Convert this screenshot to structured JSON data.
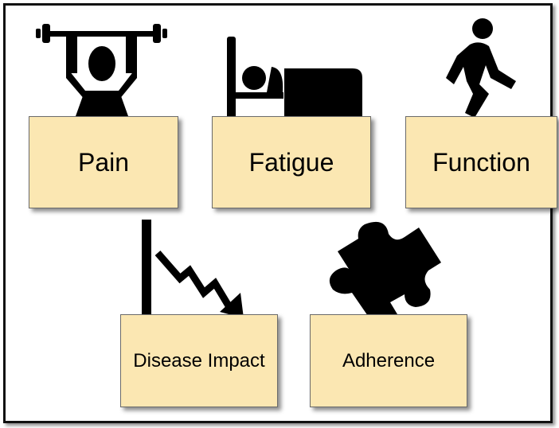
{
  "cards": {
    "pain": "Pain",
    "fatigue": "Fatigue",
    "function": "Function",
    "disease_impact": "Disease Impact",
    "adherence": "Adherence"
  },
  "icons": {
    "pain": "weightlifter-icon",
    "fatigue": "person-in-bed-icon",
    "function": "walking-person-icon",
    "disease_impact": "declining-trend-icon",
    "adherence": "puzzle-piece-icon"
  },
  "colors": {
    "card_fill": "#fbe7b2",
    "icon": "#000000",
    "border": "#111111"
  }
}
